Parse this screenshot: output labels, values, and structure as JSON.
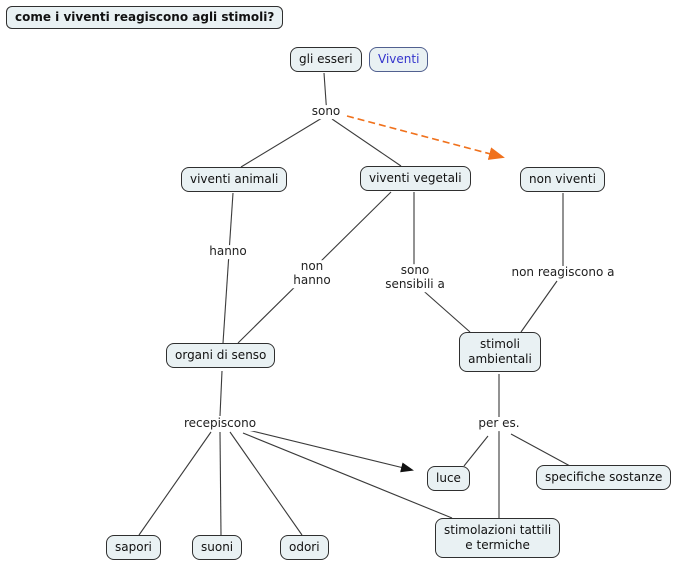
{
  "title": "come i viventi reagiscono agli stimoli?",
  "nodes": {
    "gli_esseri": {
      "label": "gli esseri"
    },
    "viventi": {
      "label": "Viventi"
    },
    "viventi_animali": {
      "label": "viventi animali"
    },
    "viventi_vegetali": {
      "label": "viventi vegetali"
    },
    "non_viventi": {
      "label": "non viventi"
    },
    "organi_di_senso": {
      "label": "organi di senso"
    },
    "stimoli_ambientali": {
      "label": "stimoli\nambientali"
    },
    "luce": {
      "label": "luce"
    },
    "specifiche_sostanze": {
      "label": "specifiche sostanze"
    },
    "stimolazioni_tattili": {
      "label": "stimolazioni tattili\ne termiche"
    },
    "sapori": {
      "label": "sapori"
    },
    "suoni": {
      "label": "suoni"
    },
    "odori": {
      "label": "odori"
    }
  },
  "link_labels": {
    "sono": "sono",
    "hanno": "hanno",
    "non_hanno": "non\nhanno",
    "sono_sensibili_a": "sono\nsensibili a",
    "non_reagiscono_a": "non reagiscono a",
    "recepiscono": "recepiscono",
    "per_es": "per es."
  },
  "edges": [
    {
      "from": "gli esseri",
      "label": "sono",
      "to": "viventi animali",
      "style": "solid"
    },
    {
      "from": "gli esseri",
      "label": "sono",
      "to": "viventi vegetali",
      "style": "solid"
    },
    {
      "from": "gli esseri",
      "label": "sono",
      "to": "non viventi",
      "style": "dashed-orange-arrow"
    },
    {
      "from": "viventi animali",
      "label": "hanno",
      "to": "organi di senso",
      "style": "solid"
    },
    {
      "from": "viventi vegetali",
      "label": "non hanno",
      "to": "organi di senso",
      "style": "solid"
    },
    {
      "from": "viventi vegetali",
      "label": "sono sensibili a",
      "to": "stimoli ambientali",
      "style": "solid"
    },
    {
      "from": "non viventi",
      "label": "non reagiscono a",
      "to": "stimoli ambientali",
      "style": "solid"
    },
    {
      "from": "organi di senso",
      "label": "recepiscono",
      "to": "sapori",
      "style": "solid"
    },
    {
      "from": "organi di senso",
      "label": "recepiscono",
      "to": "suoni",
      "style": "solid"
    },
    {
      "from": "organi di senso",
      "label": "recepiscono",
      "to": "odori",
      "style": "solid"
    },
    {
      "from": "organi di senso",
      "label": "recepiscono",
      "to": "luce",
      "style": "solid-black-arrow"
    },
    {
      "from": "organi di senso",
      "label": "recepiscono",
      "to": "stimolazioni tattili e termiche",
      "style": "solid"
    },
    {
      "from": "stimoli ambientali",
      "label": "per es.",
      "to": "luce",
      "style": "solid"
    },
    {
      "from": "stimoli ambientali",
      "label": "per es.",
      "to": "specifiche sostanze",
      "style": "solid"
    },
    {
      "from": "stimoli ambientali",
      "label": "per es.",
      "to": "stimolazioni tattili e termiche",
      "style": "solid"
    }
  ],
  "colors": {
    "node_fill": "#e9f1f3",
    "node_border": "#2f2f2f",
    "line": "#3a3a3a",
    "dashed_arrow": "#f0711c",
    "viventi_text": "#3333cc",
    "background": "#ffffff"
  }
}
